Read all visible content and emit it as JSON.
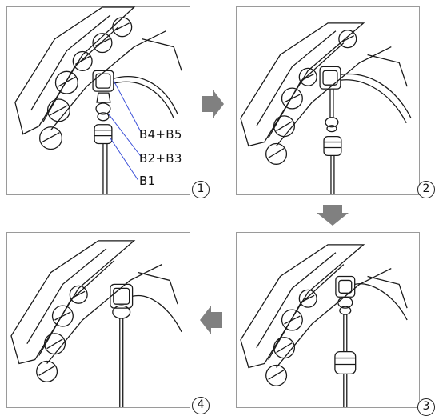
{
  "steps": [
    {
      "number": "1"
    },
    {
      "number": "2"
    },
    {
      "number": "3"
    },
    {
      "number": "4"
    }
  ],
  "labels": {
    "b4b5": "B4+B5",
    "b2b3": "B2+B3",
    "b1": "B1"
  },
  "colors": {
    "line": "#1a1a1a",
    "leader": "#3b4fd8",
    "arrow": "#808080",
    "frame": "#9a9a9a"
  },
  "icons": [
    "arrow-right-icon",
    "arrow-down-icon",
    "arrow-left-icon"
  ]
}
